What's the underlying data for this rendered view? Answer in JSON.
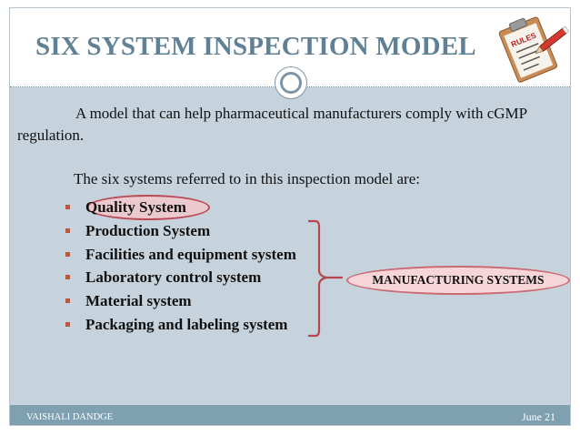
{
  "slide": {
    "title": "SIX SYSTEM INSPECTION MODEL",
    "paragraph_line1": "A model that can help pharmaceutical manufacturers comply with cGMP",
    "paragraph_line2": "regulation.",
    "subheading": "The six systems referred to in this inspection model are:",
    "systems": [
      "Quality System",
      "Production System",
      "Facilities and equipment system",
      "Laboratory control system",
      "Material system",
      "Packaging and labeling system"
    ],
    "group_label": "MANUFACTURING SYSTEMS",
    "footer_author": "VAISHALI DANDGE",
    "footer_date": "June 21",
    "clipboard_word": "RULES"
  },
  "colors": {
    "title": "#5f8095",
    "background": "#c7d3dc",
    "footer": "#7fa0b1",
    "bullet": "#b05a45",
    "highlight_border": "#b94a55",
    "group_fill": "#f6d6d8"
  },
  "icons": {
    "header": "clipboard-checklist-icon",
    "ornament": "circle-ornament"
  }
}
